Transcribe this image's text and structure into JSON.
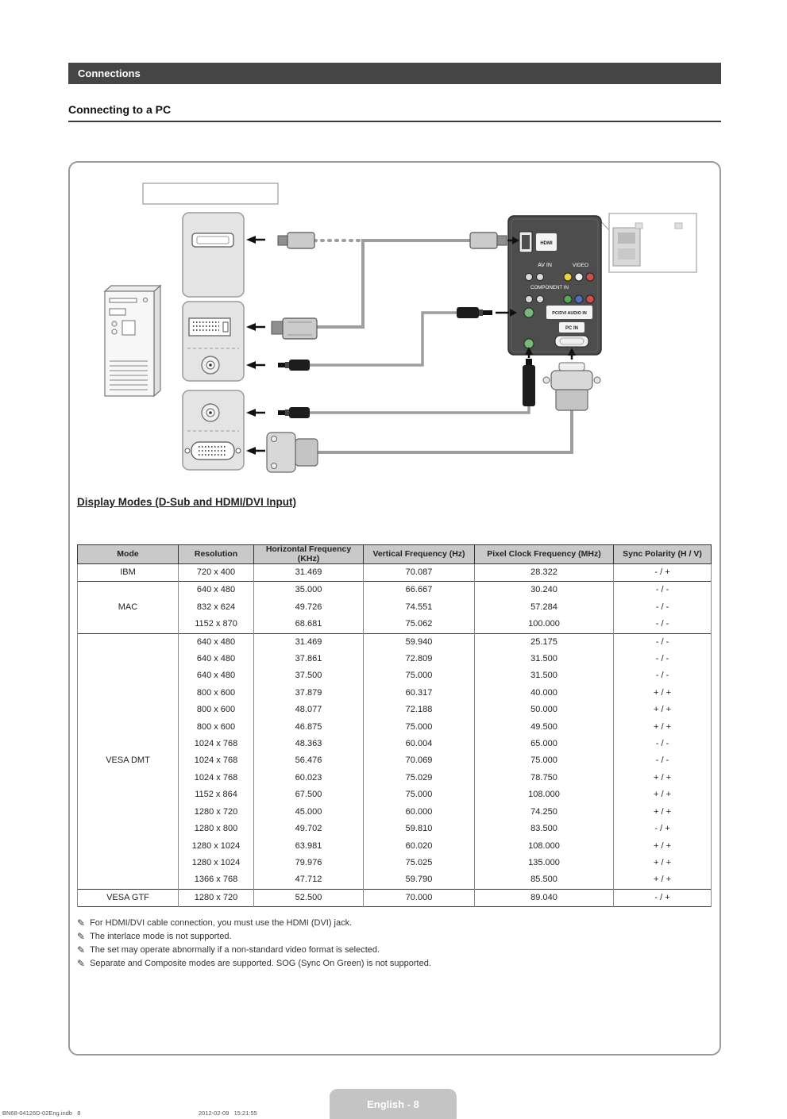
{
  "header": {
    "chapter_title": "Connections",
    "section_title": "Connecting to a PC"
  },
  "diagram": {
    "caption": "",
    "tv_panel": {
      "labels": {
        "hdmi": "HDMI",
        "av_in": "AV IN",
        "video": "VIDEO",
        "component_in": "COMPONENT IN",
        "pc_dvi_audio_in": "PC/DVI AUDIO IN",
        "pc_in": "PC IN"
      }
    }
  },
  "display_modes": {
    "heading": "Display Modes (D-Sub and HDMI/DVI Input)",
    "table": {
      "headers": [
        "Mode",
        "Resolution",
        "Horizontal Frequency (KHz)",
        "Vertical Frequency (Hz)",
        "Pixel Clock Frequency (MHz)",
        "Sync Polarity (H / V)"
      ],
      "groups": [
        {
          "mode": "IBM",
          "rows": [
            [
              "720 x 400",
              "31.469",
              "70.087",
              "28.322",
              "- / +"
            ]
          ]
        },
        {
          "mode": "MAC",
          "rows": [
            [
              "640 x 480",
              "35.000",
              "66.667",
              "30.240",
              "- / -"
            ],
            [
              "832 x 624",
              "49.726",
              "74.551",
              "57.284",
              "- / -"
            ],
            [
              "1152 x 870",
              "68.681",
              "75.062",
              "100.000",
              "- / -"
            ]
          ]
        },
        {
          "mode": "VESA DMT",
          "rows": [
            [
              "640 x 480",
              "31.469",
              "59.940",
              "25.175",
              "- / -"
            ],
            [
              "640 x 480",
              "37.861",
              "72.809",
              "31.500",
              "- / -"
            ],
            [
              "640 x 480",
              "37.500",
              "75.000",
              "31.500",
              "- / -"
            ],
            [
              "800 x 600",
              "37.879",
              "60.317",
              "40.000",
              "+ / +"
            ],
            [
              "800 x 600",
              "48.077",
              "72.188",
              "50.000",
              "+ / +"
            ],
            [
              "800 x 600",
              "46.875",
              "75.000",
              "49.500",
              "+ / +"
            ],
            [
              "1024 x 768",
              "48.363",
              "60.004",
              "65.000",
              "- / -"
            ],
            [
              "1024 x 768",
              "56.476",
              "70.069",
              "75.000",
              "- / -"
            ],
            [
              "1024 x 768",
              "60.023",
              "75.029",
              "78.750",
              "+ / +"
            ],
            [
              "1152 x 864",
              "67.500",
              "75.000",
              "108.000",
              "+ / +"
            ],
            [
              "1280 x 720",
              "45.000",
              "60.000",
              "74.250",
              "+ / +"
            ],
            [
              "1280 x 800",
              "49.702",
              "59.810",
              "83.500",
              "- / +"
            ],
            [
              "1280 x 1024",
              "63.981",
              "60.020",
              "108.000",
              "+ / +"
            ],
            [
              "1280 x 1024",
              "79.976",
              "75.025",
              "135.000",
              "+ / +"
            ],
            [
              "1366 x 768",
              "47.712",
              "59.790",
              "85.500",
              "+ / +"
            ]
          ]
        },
        {
          "mode": "VESA GTF",
          "rows": [
            [
              "1280 x 720",
              "52.500",
              "70.000",
              "89.040",
              "- / +"
            ]
          ]
        }
      ]
    },
    "notes": [
      "For HDMI/DVI cable connection, you must use the HDMI (DVI) jack.",
      "The interlace mode is not supported.",
      "The set may operate abnormally if a non-standard video format is selected.",
      "Separate and Composite modes are supported. SOG (Sync On Green) is not supported."
    ]
  },
  "footer": {
    "page_badge": "English - 8",
    "print_left": "BN68-04126D-02Eng.indb   8",
    "print_right": "2012-02-09   15:21:55"
  }
}
